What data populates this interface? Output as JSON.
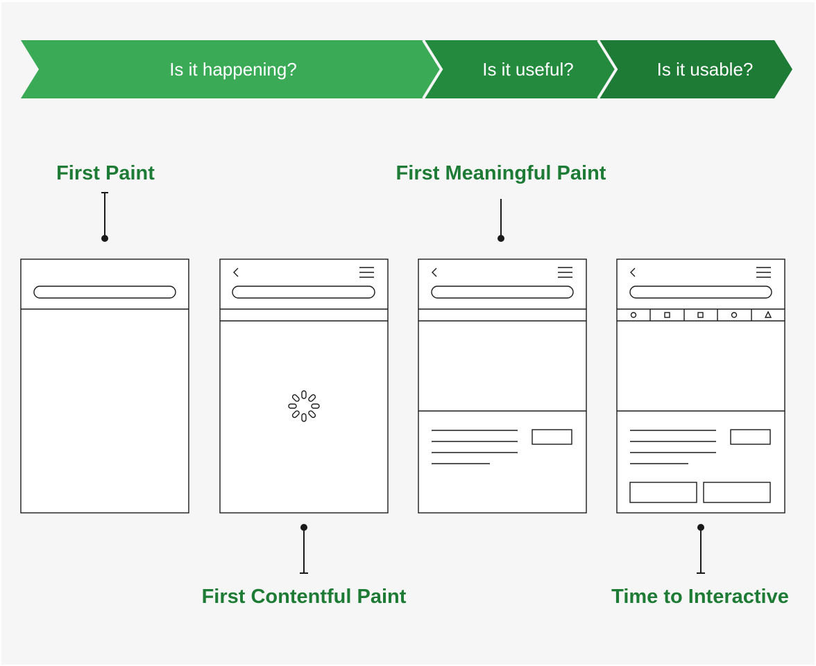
{
  "stages": [
    {
      "label": "Is it happening?",
      "color": "#3aaa57"
    },
    {
      "label": "Is it useful?",
      "color": "#238a3e"
    },
    {
      "label": "Is it usable?",
      "color": "#1e7b35"
    }
  ],
  "metrics": {
    "first_paint": "First Paint",
    "first_contentful_paint": "First Contentful Paint",
    "first_meaningful_paint": "First Meaningful Paint",
    "time_to_interactive": "Time to Interactive"
  },
  "colors": {
    "label_green": "#1e7b35",
    "background": "#f6f6f6",
    "line": "#1a1a1a"
  }
}
